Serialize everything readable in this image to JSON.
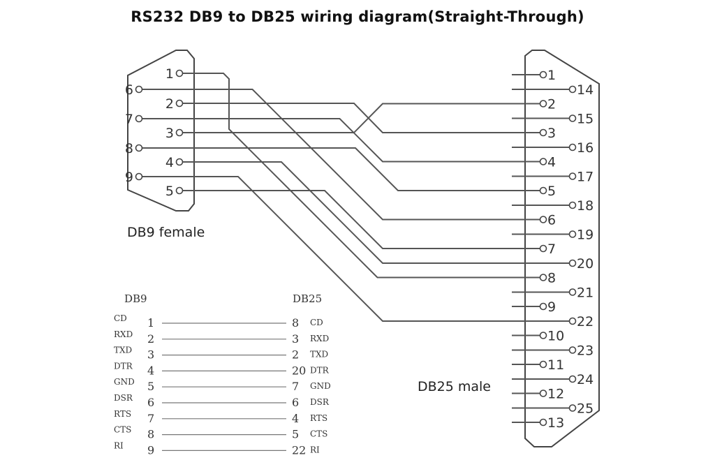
{
  "title": "RS232 DB9 to DB25 wiring diagram(Straight-Through)",
  "db9_label": "DB9 female",
  "db25_label": "DB25 male",
  "db9_pins_left_column": [
    "6",
    "7",
    "8",
    "9"
  ],
  "db9_pins_right_column": [
    "1",
    "2",
    "3",
    "4",
    "5"
  ],
  "db25_pins_row1": [
    "1",
    "2",
    "3",
    "4",
    "5",
    "6",
    "7",
    "8",
    "9",
    "10",
    "11",
    "12",
    "13"
  ],
  "db25_pins_row2": [
    "14",
    "15",
    "16",
    "17",
    "18",
    "19",
    "20",
    "21",
    "22",
    "23",
    "24",
    "25"
  ],
  "wiring": [
    {
      "db9": "1",
      "db25": "8"
    },
    {
      "db9": "2",
      "db25": "3"
    },
    {
      "db9": "3",
      "db25": "2"
    },
    {
      "db9": "4",
      "db25": "20"
    },
    {
      "db9": "5",
      "db25": "7"
    },
    {
      "db9": "6",
      "db25": "6"
    },
    {
      "db9": "7",
      "db25": "4"
    },
    {
      "db9": "8",
      "db25": "5"
    },
    {
      "db9": "9",
      "db25": "22"
    }
  ],
  "table": {
    "header_db9": "DB9",
    "header_db25": "DB25",
    "rows": [
      {
        "signal_left": "CD",
        "db9": "1",
        "db25": "8",
        "signal_right": "CD"
      },
      {
        "signal_left": "RXD",
        "db9": "2",
        "db25": "3",
        "signal_right": "RXD"
      },
      {
        "signal_left": "TXD",
        "db9": "3",
        "db25": "2",
        "signal_right": "TXD"
      },
      {
        "signal_left": "DTR",
        "db9": "4",
        "db25": "20",
        "signal_right": "DTR"
      },
      {
        "signal_left": "GND",
        "db9": "5",
        "db25": "7",
        "signal_right": "GND"
      },
      {
        "signal_left": "DSR",
        "db9": "6",
        "db25": "6",
        "signal_right": "DSR"
      },
      {
        "signal_left": "RTS",
        "db9": "7",
        "db25": "4",
        "signal_right": "RTS"
      },
      {
        "signal_left": "CTS",
        "db9": "8",
        "db25": "5",
        "signal_right": "CTS"
      },
      {
        "signal_left": "RI",
        "db9": "9",
        "db25": "22",
        "signal_right": "RI"
      }
    ]
  }
}
